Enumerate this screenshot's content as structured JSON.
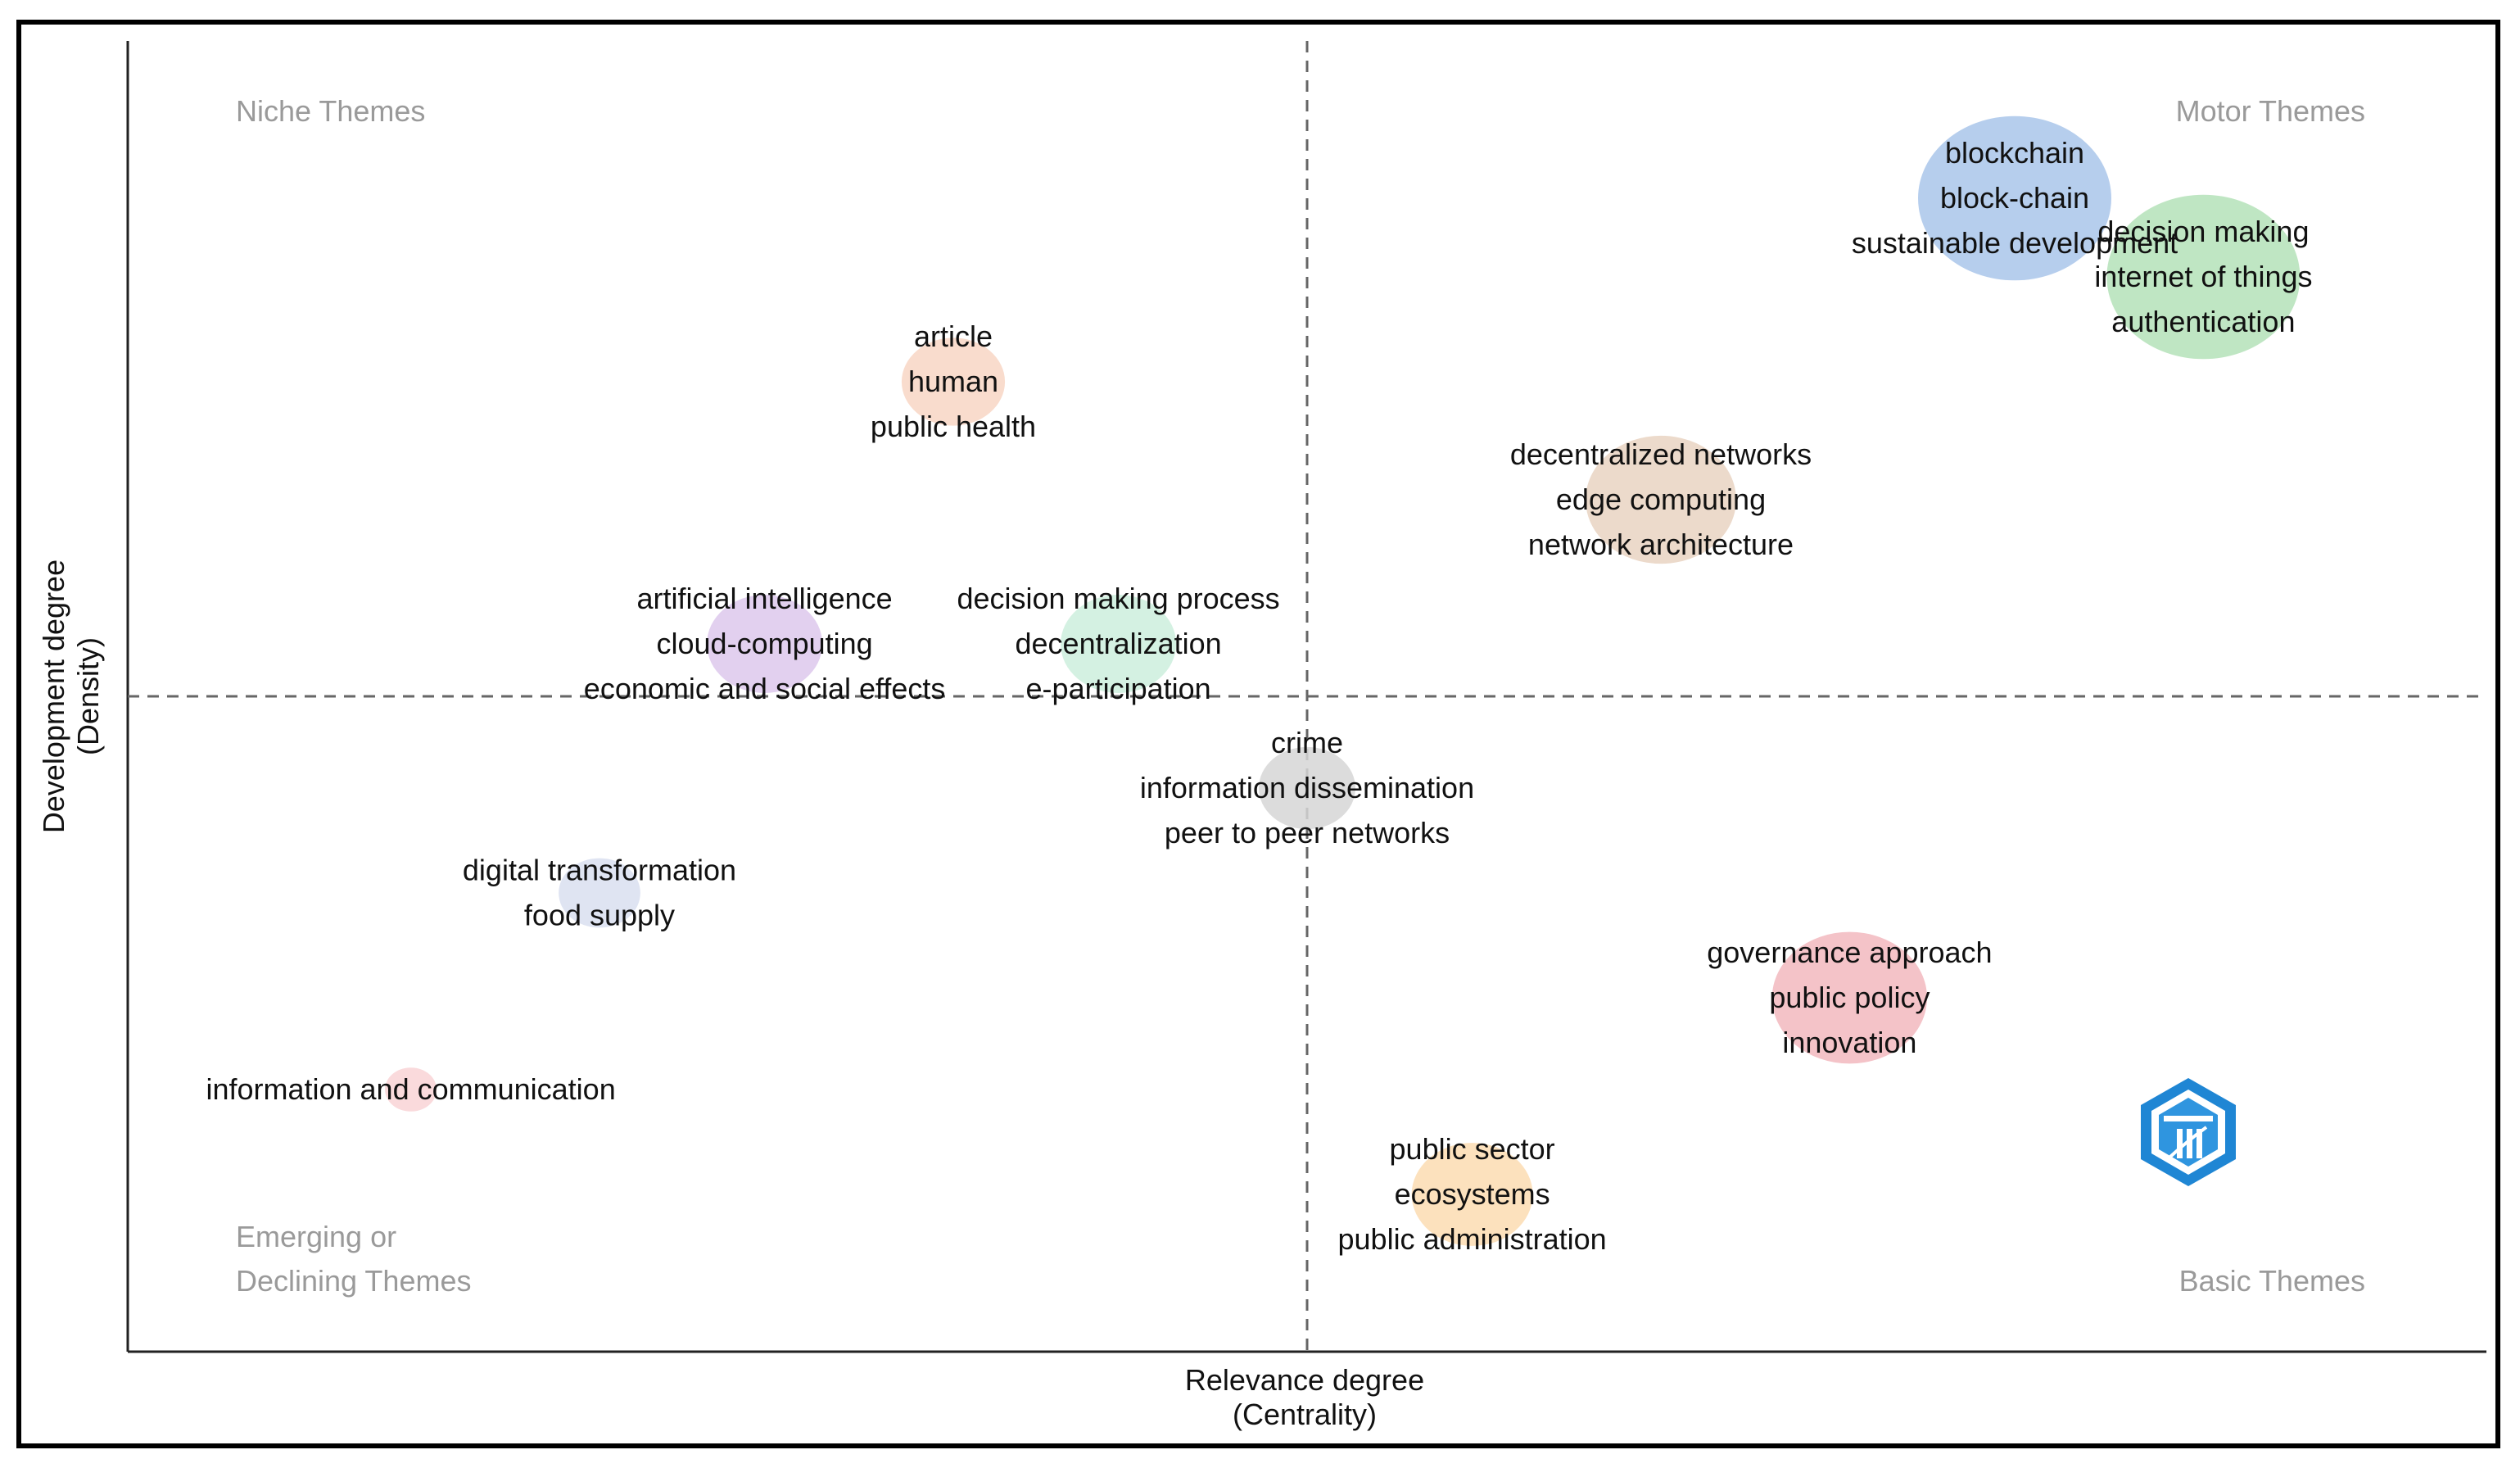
{
  "chart_data": {
    "type": "scatter",
    "title": "",
    "xlabel": "Relevance degree",
    "xlabel_sub": "(Centrality)",
    "ylabel": "Development degree",
    "ylabel_sub": "(Density)",
    "grid": false,
    "quadrant_labels": {
      "top_left": "Niche Themes",
      "top_right": "Motor Themes",
      "bottom_left_1": "Emerging or",
      "bottom_left_2": "Declining Themes",
      "bottom_right": "Basic Themes"
    },
    "reference_lines": {
      "x": 0.5,
      "y": 0.5
    },
    "xlim": [
      0,
      1
    ],
    "ylim": [
      0,
      1
    ],
    "clusters": [
      {
        "x": 0.8,
        "y": 0.88,
        "size": 0.28,
        "color": "#a9c6ea",
        "labels": [
          "blockchain",
          "block-chain",
          "sustainable development"
        ]
      },
      {
        "x": 0.88,
        "y": 0.82,
        "size": 0.28,
        "color": "#b4e2b9",
        "labels": [
          "decision making",
          "internet of things",
          "authentication"
        ]
      },
      {
        "x": 0.35,
        "y": 0.74,
        "size": 0.08,
        "color": "#f8d6c4",
        "labels": [
          "article",
          "human",
          "public health"
        ]
      },
      {
        "x": 0.65,
        "y": 0.65,
        "size": 0.17,
        "color": "#e9d3c2",
        "labels": [
          "decentralized networks",
          "edge computing",
          "network architecture"
        ]
      },
      {
        "x": 0.27,
        "y": 0.54,
        "size": 0.1,
        "color": "#ddc8ec",
        "labels": [
          "artificial intelligence",
          "cloud-computing",
          "economic and social effects"
        ]
      },
      {
        "x": 0.42,
        "y": 0.54,
        "size": 0.1,
        "color": "#cdeedd",
        "labels": [
          "decision making process",
          "decentralization",
          "e-participation"
        ]
      },
      {
        "x": 0.5,
        "y": 0.43,
        "size": 0.07,
        "color": "#d6d6d6",
        "labels": [
          "crime",
          "information dissemination",
          "peer to peer networks"
        ]
      },
      {
        "x": 0.2,
        "y": 0.35,
        "size": 0.05,
        "color": "#d9dff0",
        "labels": [
          "digital transformation",
          "food supply"
        ]
      },
      {
        "x": 0.73,
        "y": 0.27,
        "size": 0.18,
        "color": "#f2b8be",
        "labels": [
          "governance approach",
          "public policy",
          "innovation"
        ]
      },
      {
        "x": 0.12,
        "y": 0.2,
        "size": 0.02,
        "color": "#f9d3d6",
        "labels": [
          "information and communication"
        ]
      },
      {
        "x": 0.57,
        "y": 0.12,
        "size": 0.11,
        "color": "#fbdcb1",
        "labels": [
          "public sector",
          "ecosystems",
          "public administration"
        ]
      }
    ]
  },
  "colors": {
    "axis": "#222222",
    "refline": "#666666",
    "logo": "#1f86d4"
  },
  "logo_icon": "bibliometrix-logo-icon"
}
